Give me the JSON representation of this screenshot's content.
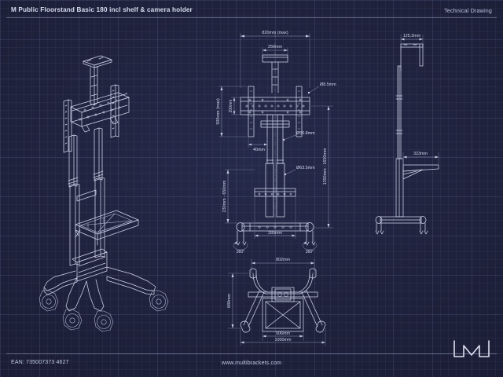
{
  "header": {
    "title": "M Public Floorstand Basic 180 incl shelf & camera holder",
    "kicker": "Technical Drawing"
  },
  "footer": {
    "ean": "EAN: 735007373 4627",
    "website": "www.multibrackets.com",
    "logo_name": "multibrackets-logo"
  },
  "colors": {
    "background": "#1c1f38",
    "grid": "#7887be",
    "line": "#ced5ea",
    "dimension": "#8e97bb",
    "text": "#d6dcf0"
  },
  "views": {
    "isometric": {
      "label": "isometric-view"
    },
    "front": {
      "label": "front-elevation-view",
      "dimensions": {
        "top_width_max": "820mm (max)",
        "camera_plate_width": "256mm",
        "hole_diameter": "Ø8.5mm",
        "vesa_height_max": "500mm (max)",
        "vesa_height": "200mm",
        "bracket_offset": "40mm",
        "upper_tube_diameter": "Ø50.8mm",
        "lower_tube_diameter": "Ø63.5mm",
        "screen_centre_height": "1350mm - 1650mm",
        "shelf_height_range": "230mm - 650mm",
        "shelf_width": "280mm",
        "caster_swivel_left": "360°",
        "caster_swivel_right": "360°"
      }
    },
    "side": {
      "label": "side-elevation-view",
      "dimensions": {
        "camera_plate_depth": "125.3mm",
        "shelf_depth": "323mm"
      }
    },
    "top": {
      "label": "top-plan-view",
      "dimensions": {
        "inner_width": "802mm",
        "base_depth": "680mm",
        "shelf_inner_width": "506mm",
        "overall_width": "1000mm"
      }
    }
  }
}
